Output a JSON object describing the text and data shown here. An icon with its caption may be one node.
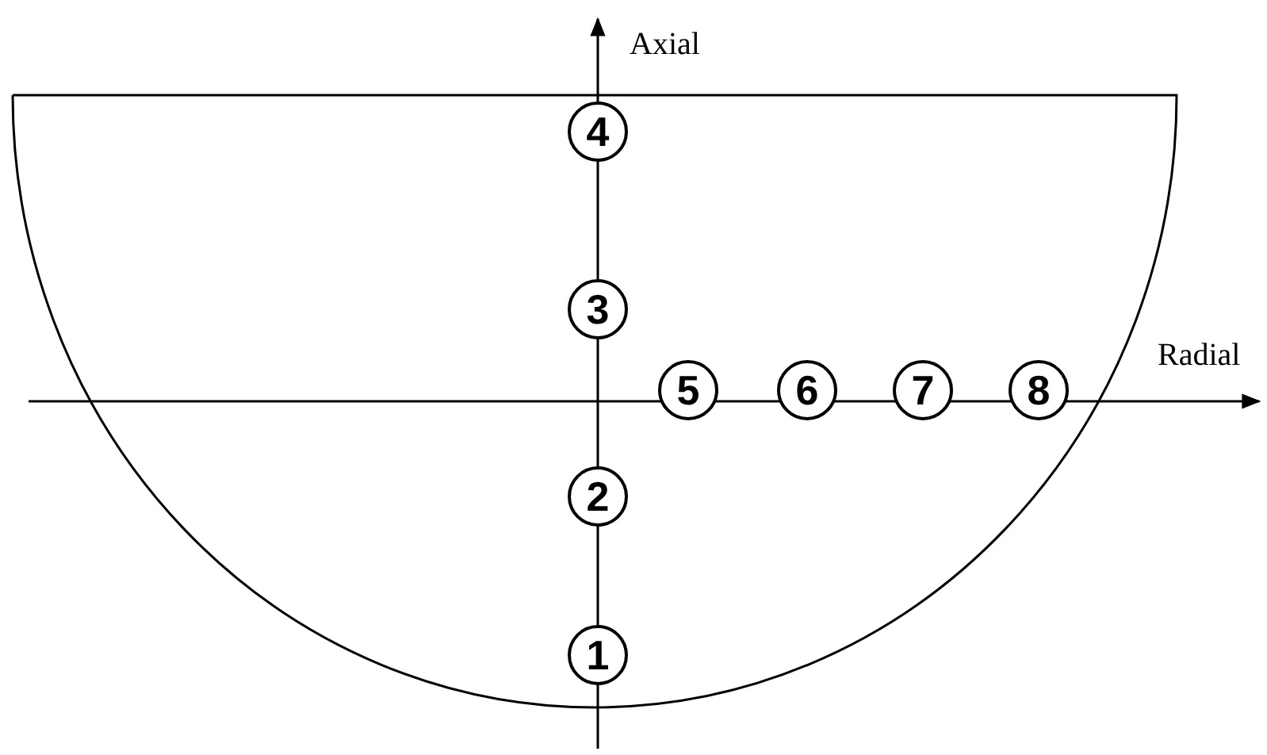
{
  "diagram": {
    "nodes": [
      {
        "text": [
          "1"
        ]
      },
      {
        "text": [
          "2"
        ]
      },
      {
        "text": [
          "3"
        ]
      },
      {
        "text": [
          "4"
        ]
      },
      {
        "text": [
          "5"
        ]
      },
      {
        "text": [
          "6"
        ]
      },
      {
        "text": [
          "7"
        ]
      },
      {
        "text": [
          "8"
        ]
      }
    ],
    "labels": [
      "Axial",
      "Radial"
    ]
  }
}
